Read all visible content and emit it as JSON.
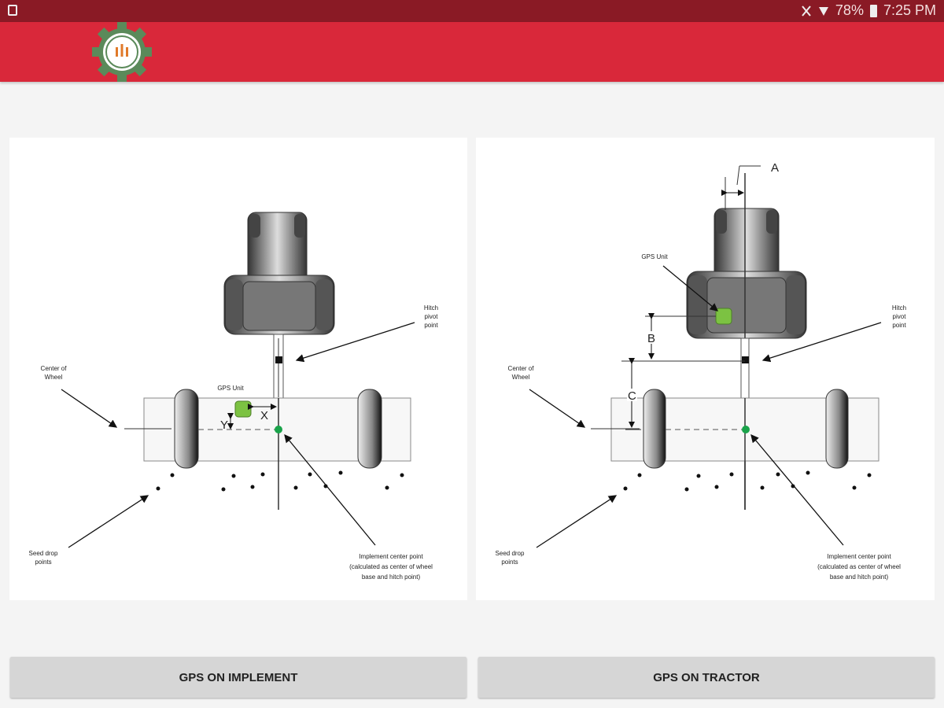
{
  "status_bar": {
    "battery": "78%",
    "time": "7:25 PM",
    "icons": [
      "screenshot-icon",
      "mute-icon",
      "wifi-icon",
      "battery-charging-icon"
    ]
  },
  "app_bar": {
    "logo": "gear-wheat-logo",
    "colors": {
      "status": "#8a1a25",
      "bar": "#d9283a",
      "logo_gear": "#5b8a5a",
      "gps": "#7cc242",
      "center": "#1aa34a"
    }
  },
  "diagrams": {
    "implement": {
      "hitch": [
        "Hitch",
        "pivot",
        "point"
      ],
      "wheel": [
        "Center of",
        "Wheel"
      ],
      "gps": "GPS Unit",
      "x": "X",
      "y": "Y",
      "seed": [
        "Seed drop",
        "points"
      ],
      "center": [
        "Implement center point",
        "(calculated as center of wheel",
        "base and hitch point)"
      ]
    },
    "tractor": {
      "hitch": [
        "Hitch",
        "pivot",
        "point"
      ],
      "wheel": [
        "Center of",
        "Wheel"
      ],
      "gps": "GPS Unit",
      "a": "A",
      "b": "B",
      "c": "C",
      "seed": [
        "Seed drop",
        "points"
      ],
      "center": [
        "Implement center point",
        "(calculated as center of wheel",
        "base and hitch point)"
      ]
    }
  },
  "buttons": {
    "implement": "GPS ON IMPLEMENT",
    "tractor": "GPS ON TRACTOR"
  }
}
